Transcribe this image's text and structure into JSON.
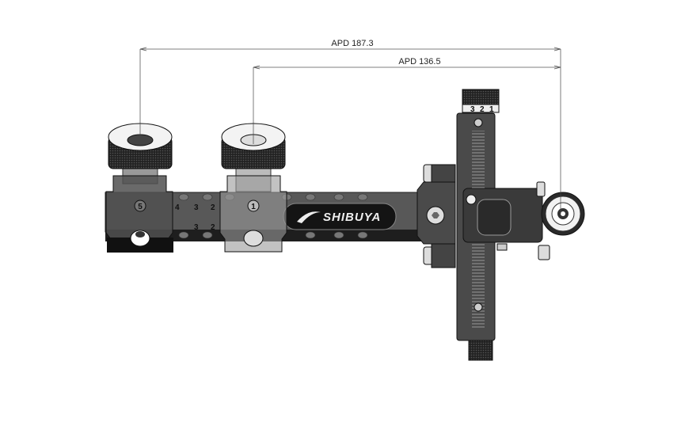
{
  "dimensions": {
    "apd_long": "APD 187.3",
    "apd_short": "APD 136.5"
  },
  "brand": {
    "logo_text": "SHIBUYA"
  },
  "bar_marks": {
    "top": [
      "5",
      "4",
      "3",
      "2",
      "1"
    ],
    "bottom": [
      "3",
      "2"
    ]
  },
  "dial_marks": [
    "3",
    "2",
    "1"
  ],
  "colors": {
    "body": "#4a4a4a",
    "dark": "#1e1e1e",
    "line": "#333333"
  }
}
